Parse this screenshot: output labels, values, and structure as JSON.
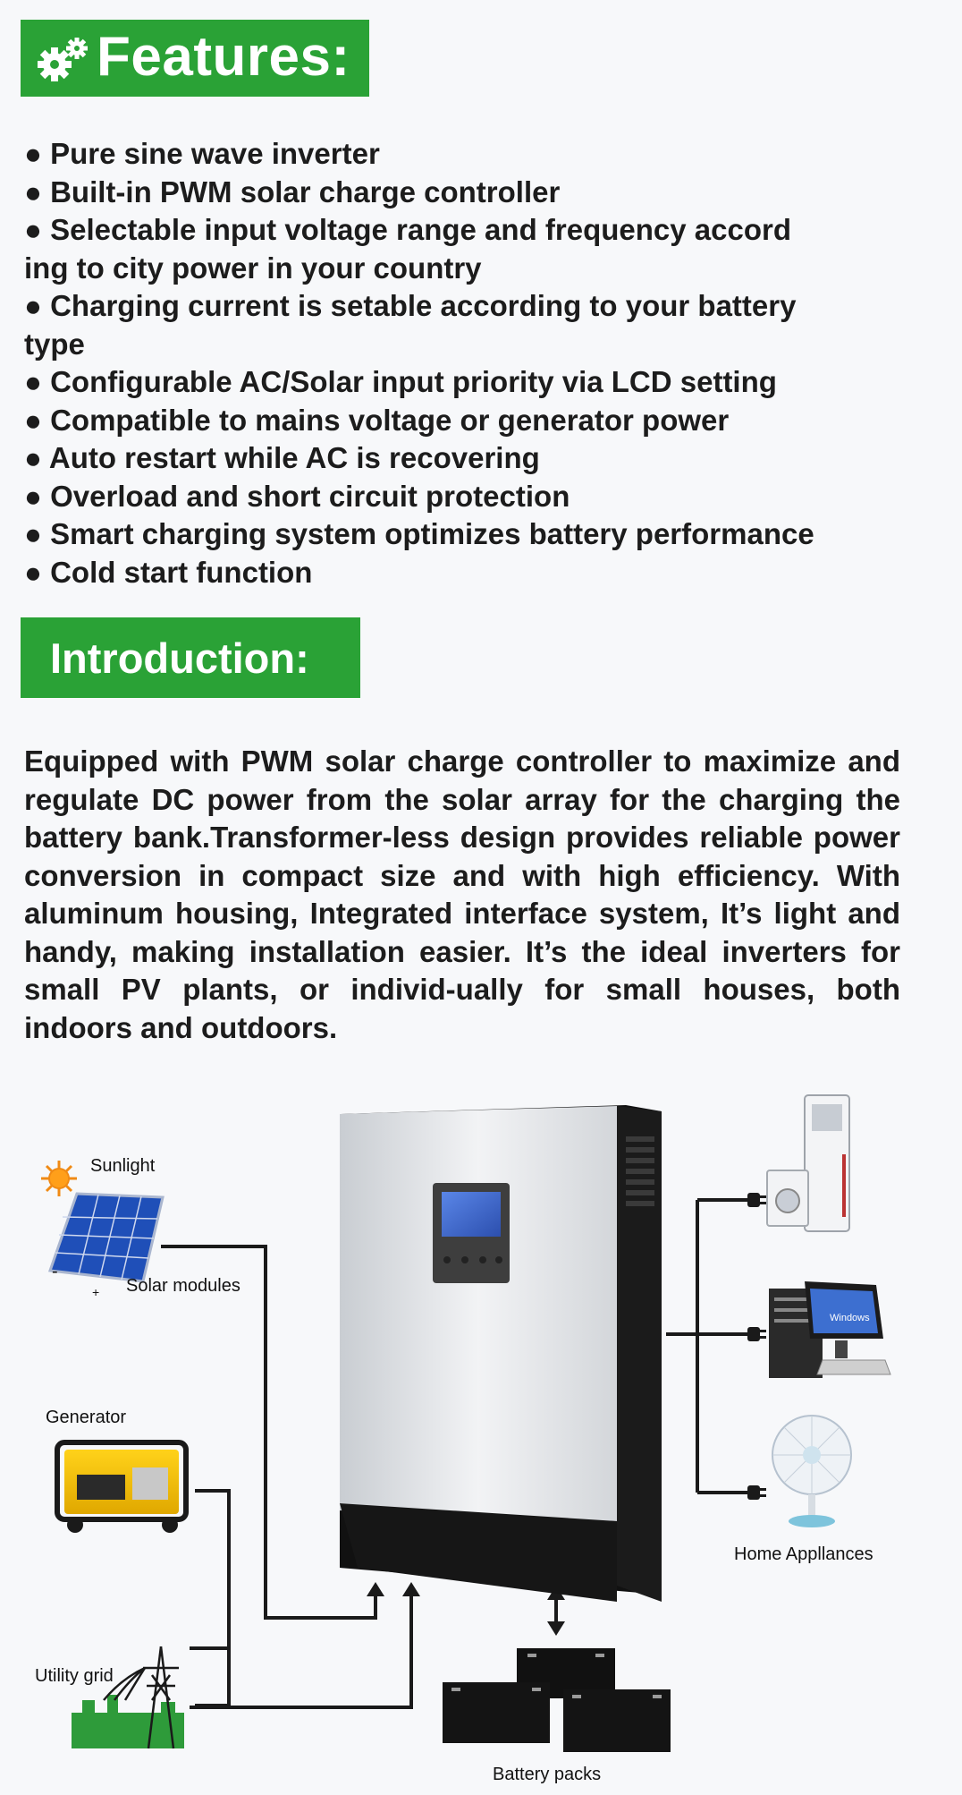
{
  "features": {
    "heading": "Features:",
    "items": [
      "● Pure sine wave inverter",
      "● Built-in PWM solar charge controller",
      "● Selectable input voltage range and frequency accord",
      "ing to city power in your country",
      "● Charging current is setable according to your battery",
      "type",
      "● Configurable AC/Solar input priority via LCD setting",
      "● Compatible to mains voltage or generator power",
      "● Auto restart while AC is recovering",
      "● Overload and short circuit protection",
      "● Smart charging system optimizes battery performance",
      "● Cold start function"
    ]
  },
  "introduction": {
    "heading": "Introduction:",
    "text": "Equipped with PWM solar charge controller to maximize and regulate DC power from the solar array for the charging the battery bank.Transformer-less design provides reliable power conversion in compact size and with high efficiency. With aluminum housing, Integrated interface system, It’s light and handy, making installation easier. It’s the ideal inverters for small PV plants, or individ-ually for small houses, both indoors and outdoors."
  },
  "diagram": {
    "sunlight": "Sunlight",
    "solar_modules": "Solar modules",
    "minus": "-",
    "plus": "+",
    "generator": "Generator",
    "utility_grid": "Utility grid",
    "battery_packs": "Battery packs",
    "home_appliances": "Home Appllances",
    "windows_text": "Windows"
  },
  "colors": {
    "banner_green": "#2aa236",
    "background": "#f7f8fa",
    "text": "#1c1c1c"
  }
}
